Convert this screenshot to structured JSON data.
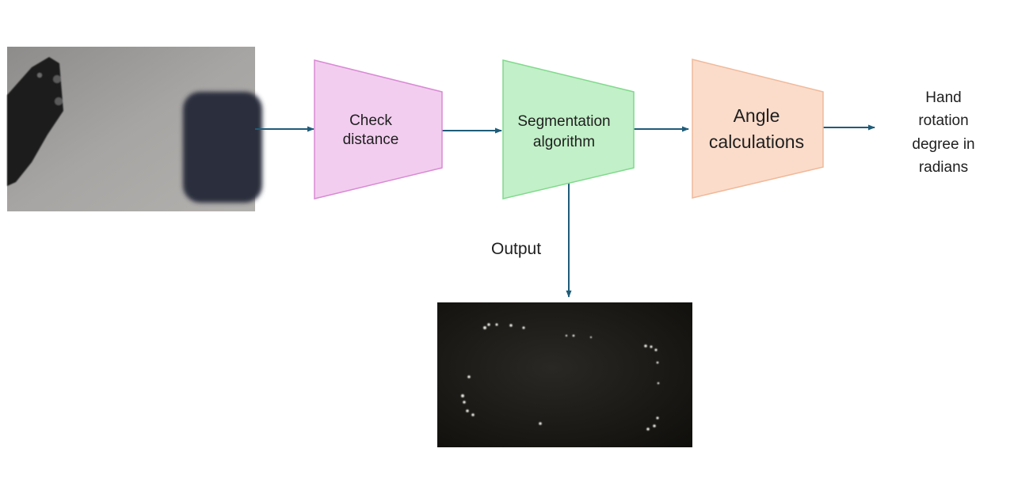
{
  "input_photo": {
    "icon": "camera-photo-of-phone-on-table"
  },
  "stages": [
    {
      "lines": [
        "Check",
        "distance"
      ],
      "fill": "#f2cdef",
      "stroke": "#d98ad4"
    },
    {
      "lines": [
        "Segmentation",
        "algorithm"
      ],
      "fill": "#c2f0c8",
      "stroke": "#7fd98c"
    },
    {
      "lines": [
        "Angle",
        "calculations"
      ],
      "fill": "#fbdccb",
      "stroke": "#f0b99a"
    }
  ],
  "result_lines": [
    "Hand",
    "rotation",
    "degree in",
    "radians"
  ],
  "output_label": "Output",
  "output_photo": {
    "icon": "segmentation-output-image"
  },
  "colors": {
    "arrow": "#1f5c7a",
    "background": "#ffffff"
  }
}
